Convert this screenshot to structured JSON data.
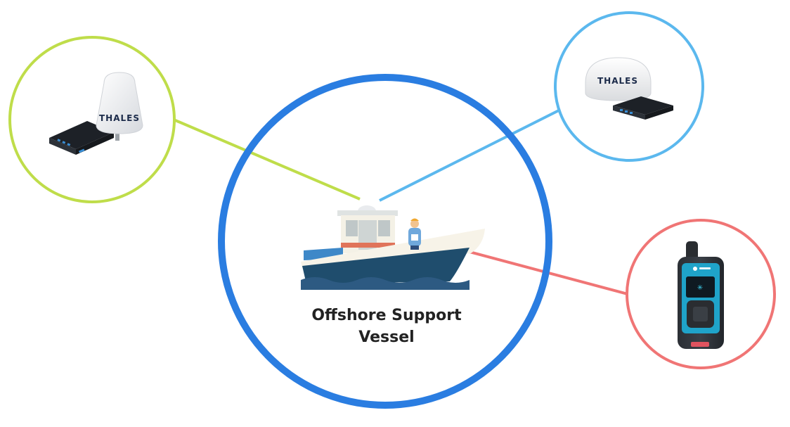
{
  "vessel": {
    "label_line1": "Offshore Support",
    "label_line2": "Vessel"
  },
  "terminals": {
    "left_antenna_brand": "THALES",
    "right_antenna_brand": "THALES"
  },
  "colors": {
    "vessel_ring": "#2a7de1",
    "left_link": "#bfdd4a",
    "right_link": "#5bb8ee",
    "handheld_link": "#f07575",
    "hull": "#1f4d6d",
    "water": "#2d5a82"
  },
  "icons": [
    "satellite-terminal-icon",
    "dome-antenna-icon",
    "boat-icon",
    "crew-member-icon",
    "handheld-satellite-device-icon"
  ]
}
